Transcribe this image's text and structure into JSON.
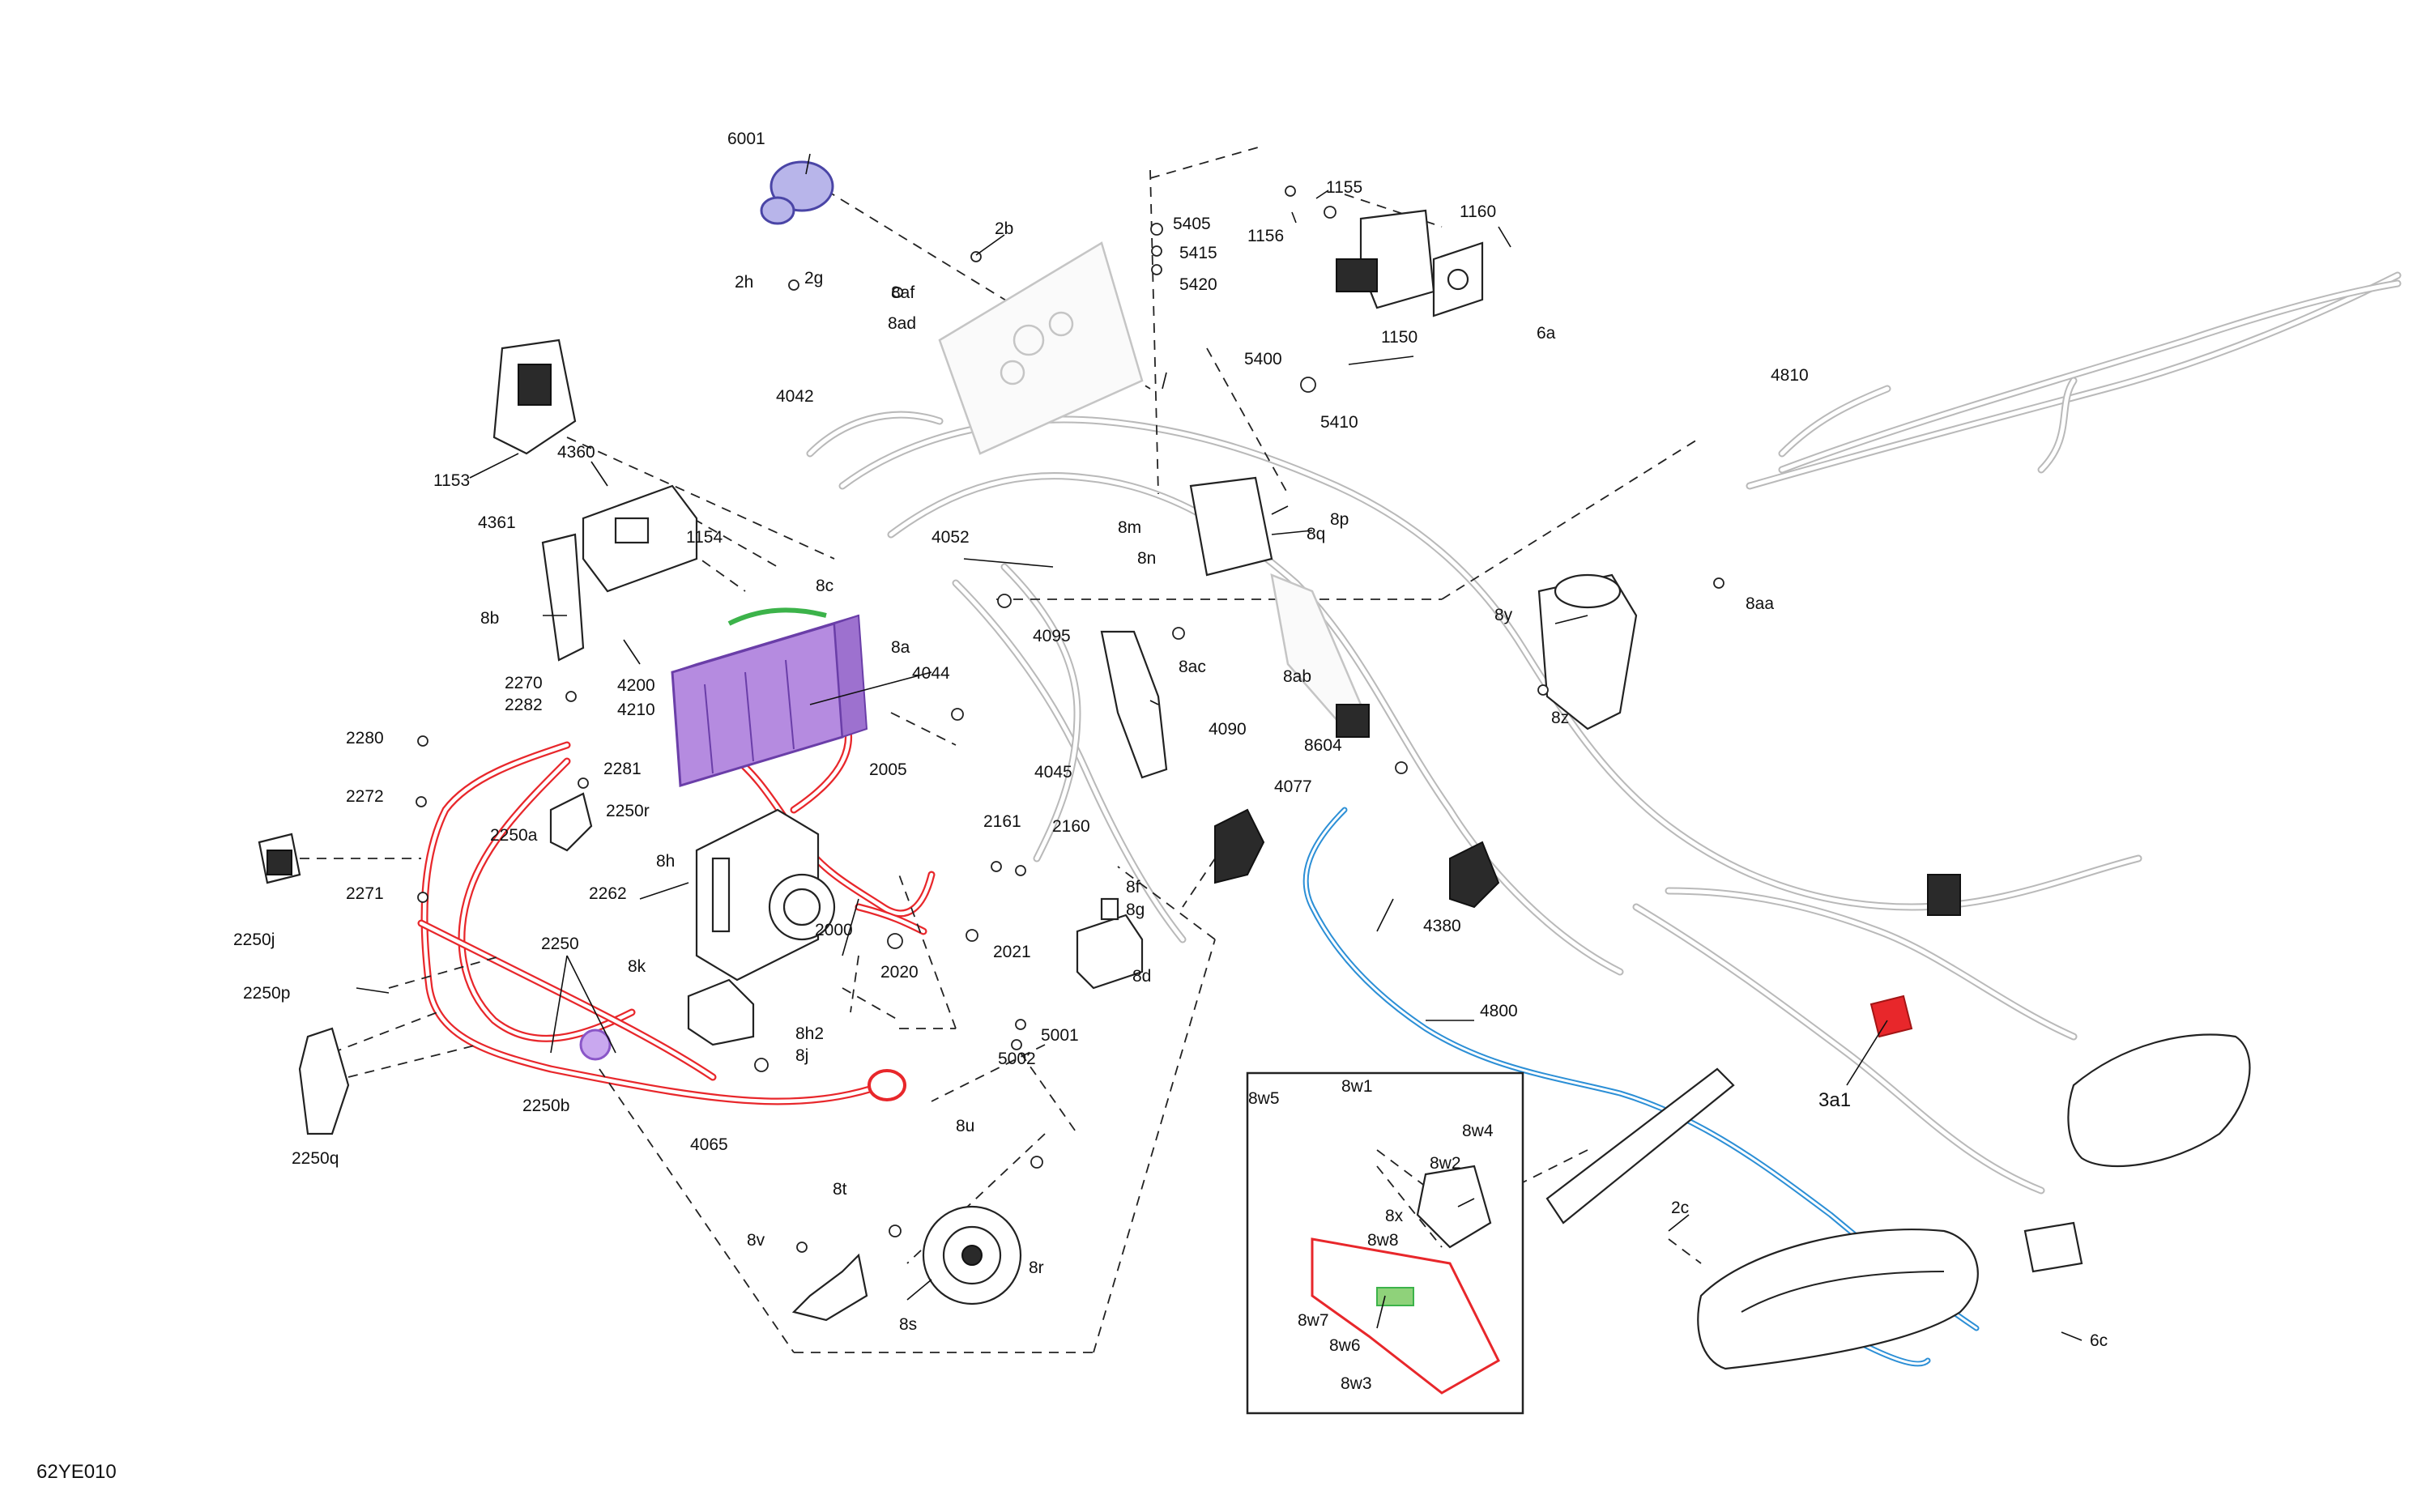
{
  "diagram_id": "62YE010",
  "colors": {
    "accent_red": "#e8272b",
    "accent_blue": "#2c8fd6",
    "accent_purple": "#a06ad8",
    "accent_green": "#3cb34a",
    "harness_gray": "#b9b9b9"
  },
  "callouts": [
    {
      "id": "c6001",
      "text": "6001"
    },
    {
      "id": "c2b",
      "text": "2b"
    },
    {
      "id": "c2h",
      "text": "2h"
    },
    {
      "id": "c2g",
      "text": "2g"
    },
    {
      "id": "c8af",
      "text": "8af"
    },
    {
      "id": "c8ad",
      "text": "8ad"
    },
    {
      "id": "c4042",
      "text": "4042"
    },
    {
      "id": "c5405",
      "text": "5405"
    },
    {
      "id": "c5415",
      "text": "5415"
    },
    {
      "id": "c5420",
      "text": "5420"
    },
    {
      "id": "c5400",
      "text": "5400"
    },
    {
      "id": "c5410",
      "text": "5410"
    },
    {
      "id": "c1155",
      "text": "1155"
    },
    {
      "id": "c1156",
      "text": "1156"
    },
    {
      "id": "c1160",
      "text": "1160"
    },
    {
      "id": "c1150",
      "text": "1150"
    },
    {
      "id": "c6a",
      "text": "6a"
    },
    {
      "id": "c4810",
      "text": "4810"
    },
    {
      "id": "c1153",
      "text": "1153"
    },
    {
      "id": "c4360",
      "text": "4360"
    },
    {
      "id": "c4361",
      "text": "4361"
    },
    {
      "id": "c1154",
      "text": "1154"
    },
    {
      "id": "c4052",
      "text": "4052"
    },
    {
      "id": "c8m",
      "text": "8m"
    },
    {
      "id": "c8n",
      "text": "8n"
    },
    {
      "id": "c8p",
      "text": "8p"
    },
    {
      "id": "c8q",
      "text": "8q"
    },
    {
      "id": "c8aa",
      "text": "8aa"
    },
    {
      "id": "c8y",
      "text": "8y"
    },
    {
      "id": "c8z",
      "text": "8z"
    },
    {
      "id": "c8c",
      "text": "8c"
    },
    {
      "id": "c8b",
      "text": "8b"
    },
    {
      "id": "c8a",
      "text": "8a"
    },
    {
      "id": "c4095",
      "text": "4095"
    },
    {
      "id": "c8ac",
      "text": "8ac"
    },
    {
      "id": "c8ab",
      "text": "8ab"
    },
    {
      "id": "c4200",
      "text": "4200"
    },
    {
      "id": "c4210",
      "text": "4210"
    },
    {
      "id": "c2270",
      "text": "2270"
    },
    {
      "id": "c2282",
      "text": "2282"
    },
    {
      "id": "c4044",
      "text": "4044"
    },
    {
      "id": "c4090",
      "text": "4090"
    },
    {
      "id": "c8604",
      "text": "8604"
    },
    {
      "id": "c2280",
      "text": "2280"
    },
    {
      "id": "c2281",
      "text": "2281"
    },
    {
      "id": "c2272",
      "text": "2272"
    },
    {
      "id": "c2250r",
      "text": "2250r"
    },
    {
      "id": "c2005",
      "text": "2005"
    },
    {
      "id": "c4045",
      "text": "4045"
    },
    {
      "id": "c4077",
      "text": "4077"
    },
    {
      "id": "c2250a",
      "text": "2250a"
    },
    {
      "id": "c2161",
      "text": "2161"
    },
    {
      "id": "c2160",
      "text": "2160"
    },
    {
      "id": "c8h",
      "text": "8h"
    },
    {
      "id": "c2271",
      "text": "2271"
    },
    {
      "id": "c2262",
      "text": "2262"
    },
    {
      "id": "c8f",
      "text": "8f"
    },
    {
      "id": "c8g",
      "text": "8g"
    },
    {
      "id": "c4380",
      "text": "4380"
    },
    {
      "id": "c2250j",
      "text": "2250j"
    },
    {
      "id": "c2250",
      "text": "2250"
    },
    {
      "id": "c2000",
      "text": "2000"
    },
    {
      "id": "c2021",
      "text": "2021"
    },
    {
      "id": "c2020",
      "text": "2020"
    },
    {
      "id": "c8d",
      "text": "8d"
    },
    {
      "id": "c8k",
      "text": "8k"
    },
    {
      "id": "c2250p",
      "text": "2250p"
    },
    {
      "id": "c4800",
      "text": "4800"
    },
    {
      "id": "c8h2",
      "text": "8h2"
    },
    {
      "id": "c8j",
      "text": "8j"
    },
    {
      "id": "c5001",
      "text": "5001"
    },
    {
      "id": "c5002",
      "text": "5002"
    },
    {
      "id": "c3a1",
      "text": "3a1"
    },
    {
      "id": "c2250b",
      "text": "2250b"
    },
    {
      "id": "c4065",
      "text": "4065"
    },
    {
      "id": "c2250q",
      "text": "2250q"
    },
    {
      "id": "c8w5",
      "text": "8w5"
    },
    {
      "id": "c8w1",
      "text": "8w1"
    },
    {
      "id": "c8w4",
      "text": "8w4"
    },
    {
      "id": "c8w2",
      "text": "8w2"
    },
    {
      "id": "c8u",
      "text": "8u"
    },
    {
      "id": "c8t",
      "text": "8t"
    },
    {
      "id": "c8v",
      "text": "8v"
    },
    {
      "id": "c8r",
      "text": "8r"
    },
    {
      "id": "c8s",
      "text": "8s"
    },
    {
      "id": "c8x",
      "text": "8x"
    },
    {
      "id": "c8w8",
      "text": "8w8"
    },
    {
      "id": "c8w7",
      "text": "8w7"
    },
    {
      "id": "c8w6",
      "text": "8w6"
    },
    {
      "id": "c8w3",
      "text": "8w3"
    },
    {
      "id": "c2c",
      "text": "2c"
    },
    {
      "id": "c6c",
      "text": "6c"
    }
  ]
}
